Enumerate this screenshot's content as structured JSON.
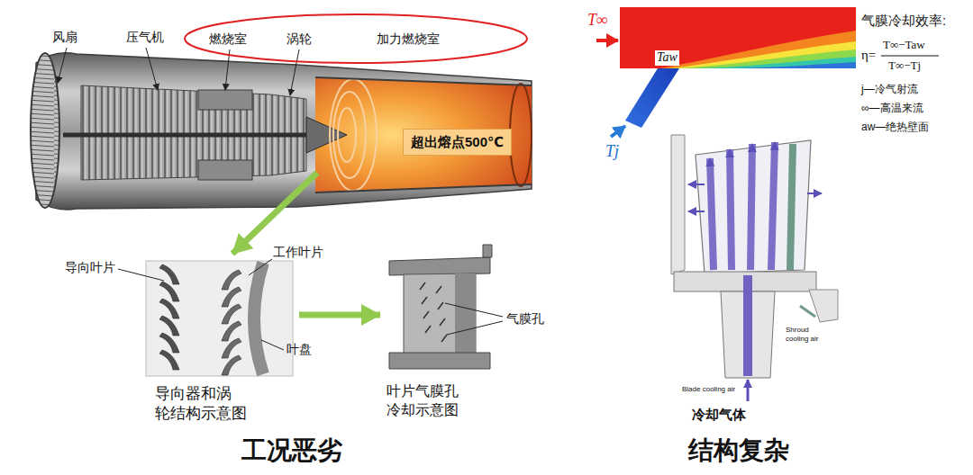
{
  "diagram": {
    "nodes": [
      {
        "text": [
          "超出熔点500℃"
        ]
      },
      {
        "text": [
          "导向器和涡 轮结构示意图"
        ]
      },
      {
        "text": [
          "叶片气膜孔 冷却示意图"
        ]
      }
    ],
    "edges": [
      {
        "from": 1,
        "to": 2,
        "arrow": "to"
      }
    ],
    "labels": [
      "风扇",
      "压气机",
      "燃烧室",
      "涡轮",
      "加力燃烧室",
      "导向叶片",
      "工作叶片",
      "叶盘",
      "气膜孔",
      "工况恶劣",
      "T∞",
      "Taw",
      "Tj",
      "气膜冷却效率:",
      "η=",
      "T∞−Taw",
      "T∞−Tj",
      "j—冷气射流",
      "∞—高温来流",
      "aw—绝热壁面",
      "Shroud cooling air",
      "Blade cooling air",
      "冷却气体",
      "结构复杂"
    ]
  }
}
